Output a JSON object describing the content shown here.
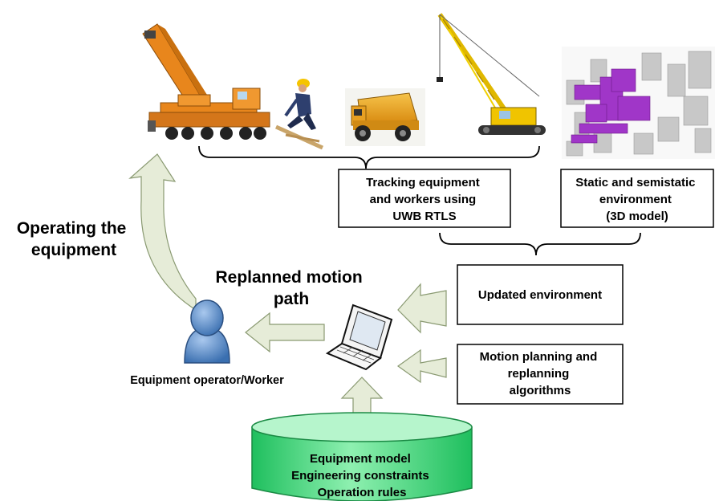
{
  "boxes": {
    "tracking": {
      "lines": [
        "Tracking equipment",
        "and workers using",
        "UWB RTLS"
      ]
    },
    "static_env": {
      "lines": [
        "Static and semistatic",
        "environment",
        "(3D model)"
      ]
    },
    "updated_env": {
      "lines": [
        "Updated environment"
      ]
    },
    "motion_planning": {
      "lines": [
        "Motion planning and",
        "replanning",
        "algorithms"
      ]
    }
  },
  "labels": {
    "operating": [
      "Operating the",
      "equipment"
    ],
    "replanned": [
      "Replanned motion",
      "path"
    ],
    "operator": "Equipment operator/Worker"
  },
  "database": {
    "lines": [
      "Equipment model",
      "Engineering constraints",
      "Operation rules"
    ]
  },
  "icons": [
    "mobile-crane-image",
    "worker-image",
    "dump-truck-image",
    "crawler-crane-image",
    "city-3d-model-image",
    "user-icon",
    "laptop-icon",
    "database-icon"
  ],
  "colors": {
    "arrow_fill": "#e6ecd8",
    "arrow_stroke": "#8a9a72",
    "db_top": "#a8f0c0",
    "db_body": "#22cc66",
    "crane_orange": "#e8861c",
    "crane_yellow": "#f0c400",
    "city_purple": "#a036c8",
    "user_blue": "#4f86c6"
  }
}
